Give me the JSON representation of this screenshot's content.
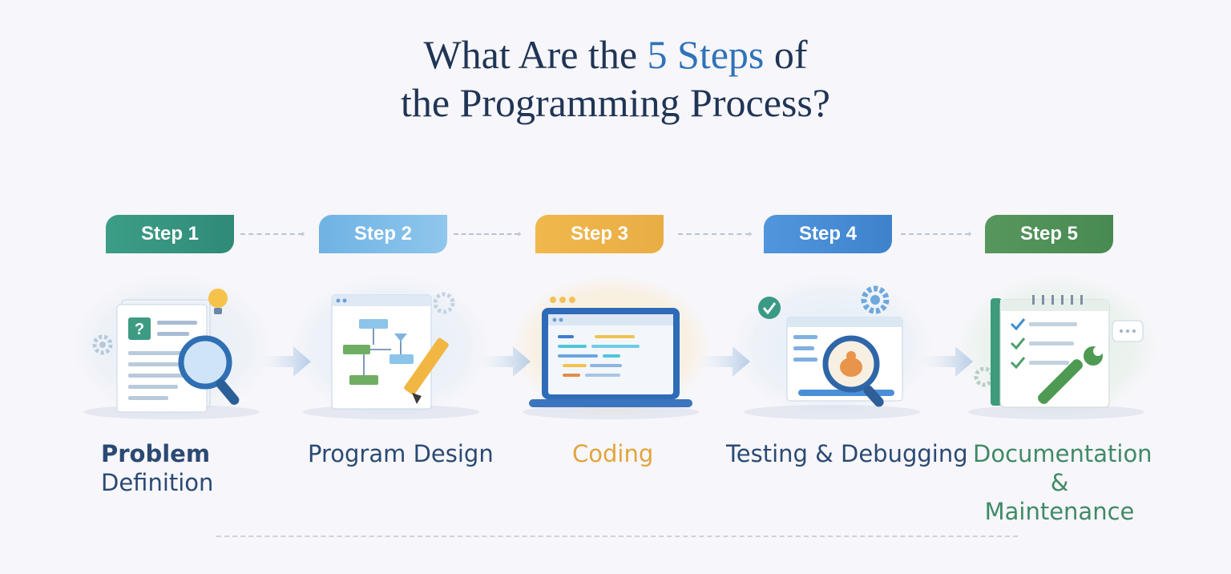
{
  "title": {
    "line1_pre": "What Are the ",
    "line1_highlight": "5 Steps",
    "line1_post": " of",
    "line2": "the Programming Process?"
  },
  "steps": [
    {
      "badge": "Step 1",
      "label_line1": "Problem",
      "label_line2": "Definition",
      "color": "#3a9a86"
    },
    {
      "badge": "Step 2",
      "label": "Program Design",
      "color": "#6aaee0"
    },
    {
      "badge": "Step 3",
      "label": "Coding",
      "color": "#eab04a"
    },
    {
      "badge": "Step 4",
      "label": "Testing & Debugging",
      "color": "#4a8fd8"
    },
    {
      "badge": "Step 5",
      "label_line1": "Documentation",
      "label_line2": "& Maintenance",
      "color": "#4d8f57"
    }
  ],
  "colors": {
    "title": "#1f3555",
    "highlight": "#2f73b8",
    "label_default": "#2a4a73",
    "label_coding": "#e2a43c",
    "label_doc": "#3f8a66"
  },
  "icons": [
    "question-doc-icon",
    "magnifier-icon",
    "lightbulb-icon",
    "flowchart-icon",
    "pencil-icon",
    "laptop-code-icon",
    "bug-magnifier-icon",
    "checklist-icon",
    "wrench-icon",
    "gear-icon"
  ]
}
